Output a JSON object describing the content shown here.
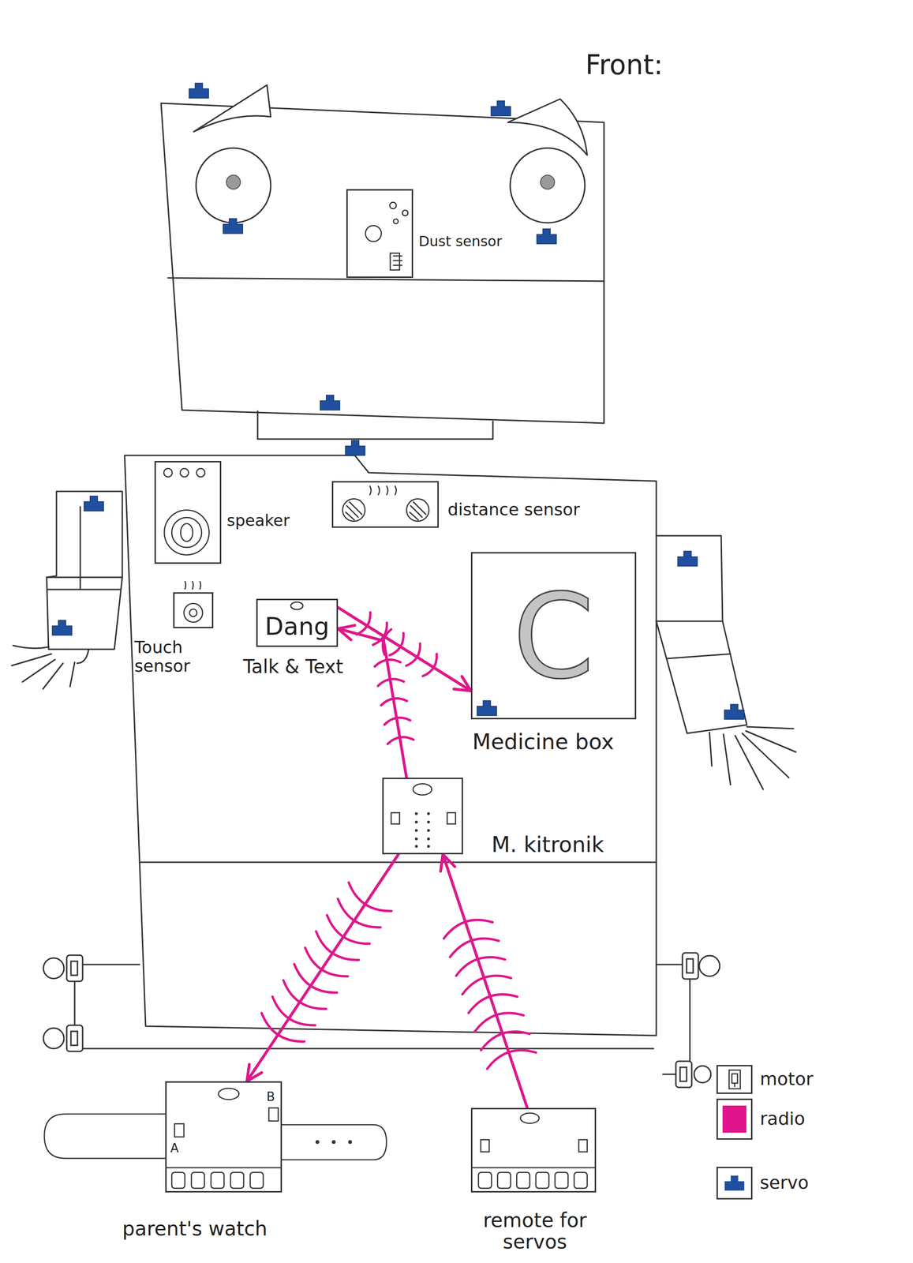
{
  "diagram": {
    "title": "Front:",
    "nodes": [
      {
        "text": [
          "Dust sensor"
        ]
      },
      {
        "text": [
          "speaker"
        ]
      },
      {
        "text": [
          "distance sensor"
        ]
      },
      {
        "text": [
          "Touch sensor"
        ]
      },
      {
        "text": [
          "Dang",
          "Talk & Text"
        ]
      },
      {
        "text": [
          "C",
          "Medicine box"
        ]
      },
      {
        "text": [
          "M. kitronik"
        ]
      },
      {
        "text": [
          "A",
          "B",
          "parent's watch"
        ]
      },
      {
        "text": [
          "remote for servos"
        ]
      }
    ],
    "edges": [
      {
        "from": 6,
        "to": 4,
        "arrow": "to"
      },
      {
        "from": 4,
        "to": 5,
        "arrow": "to"
      },
      {
        "from": 6,
        "to": 7,
        "arrow": "to"
      },
      {
        "from": 8,
        "to": 6,
        "arrow": "to"
      }
    ],
    "legend": [
      {
        "text": "motor"
      },
      {
        "text": "radio",
        "color": "#e0158b"
      },
      {
        "text": "servo",
        "color": "#1f4f9e"
      }
    ]
  }
}
